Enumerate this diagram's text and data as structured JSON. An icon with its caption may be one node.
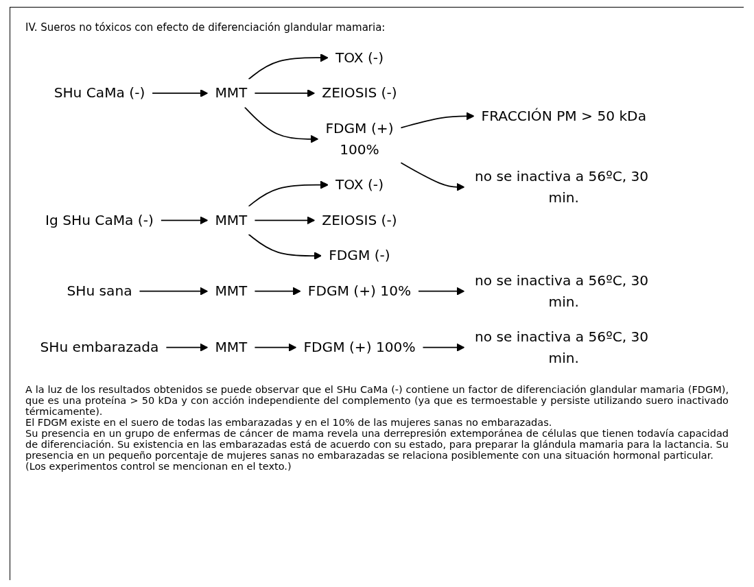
{
  "diagram": {
    "title": "IV. Sueros no tóxicos con efecto de diferenciación glandular mamaria:",
    "nodes": [
      {
        "text": [
          "SHu CaMa (-)"
        ]
      },
      {
        "text": [
          "MMT"
        ]
      },
      {
        "text": [
          "TOX (-)"
        ]
      },
      {
        "text": [
          "ZEIOSIS (-)"
        ]
      },
      {
        "text": [
          "FDGM (+)",
          "100%"
        ]
      },
      {
        "text": [
          "FRACCIÓN PM > 50 kDa"
        ]
      },
      {
        "text": [
          "no se inactiva a 56ºC, 30 min."
        ]
      },
      {
        "text": [
          "Ig SHu CaMa (-)"
        ]
      },
      {
        "text": [
          "MMT"
        ]
      },
      {
        "text": [
          "TOX (-)"
        ]
      },
      {
        "text": [
          "ZEIOSIS (-)"
        ]
      },
      {
        "text": [
          "FDGM (-)"
        ]
      },
      {
        "text": [
          "SHu sana"
        ]
      },
      {
        "text": [
          "MMT"
        ]
      },
      {
        "text": [
          "FDGM (+) 10%"
        ]
      },
      {
        "text": [
          "no se inactiva a 56ºC, 30 min."
        ]
      },
      {
        "text": [
          "SHu embarazada"
        ]
      },
      {
        "text": [
          "MMT"
        ]
      },
      {
        "text": [
          "FDGM (+) 100%"
        ]
      },
      {
        "text": [
          "no se inactiva a 56ºC, 30 min."
        ]
      }
    ],
    "edges": [
      {
        "from": 0,
        "to": 1,
        "arrow": "to"
      },
      {
        "from": 1,
        "to": 2,
        "arrow": "to"
      },
      {
        "from": 1,
        "to": 3,
        "arrow": "to"
      },
      {
        "from": 1,
        "to": 4,
        "arrow": "to"
      },
      {
        "from": 4,
        "to": 5,
        "arrow": "to"
      },
      {
        "from": 4,
        "to": 6,
        "arrow": "to"
      },
      {
        "from": 7,
        "to": 8,
        "arrow": "to"
      },
      {
        "from": 8,
        "to": 9,
        "arrow": "to"
      },
      {
        "from": 8,
        "to": 10,
        "arrow": "to"
      },
      {
        "from": 8,
        "to": 11,
        "arrow": "to"
      },
      {
        "from": 12,
        "to": 13,
        "arrow": "to"
      },
      {
        "from": 13,
        "to": 14,
        "arrow": "to"
      },
      {
        "from": 14,
        "to": 15,
        "arrow": "to"
      },
      {
        "from": 16,
        "to": 17,
        "arrow": "to"
      },
      {
        "from": 17,
        "to": 18,
        "arrow": "to"
      },
      {
        "from": 18,
        "to": 19,
        "arrow": "to"
      }
    ],
    "labels": [
      "A la luz de los resultados obtenidos se puede observar que el SHu CaMa (-) contiene un factor de diferenciación glandular mamaria (FDGM), que es una proteína > 50 kDa y con acción independiente del complemento (ya que es termoestable y persiste utilizando suero inactivado térmicamente).",
      "El FDGM existe en el suero de todas las embarazadas y en el 10% de las mujeres sanas no embarazadas.",
      "Su presencia en un grupo de enfermas de cáncer de mama revela una derrepresión extemporánea de células que tienen todavía capacidad de diferenciación. Su existencia en las embarazadas está de acuerdo con su estado, para preparar la glándula mamaria para la lactancia. Su presencia en un pequeño porcentaje de mujeres sanas no embarazadas se relaciona posiblemente con una situación hormonal particular.",
      "(Los experimentos control se mencionan en el texto.)"
    ]
  }
}
